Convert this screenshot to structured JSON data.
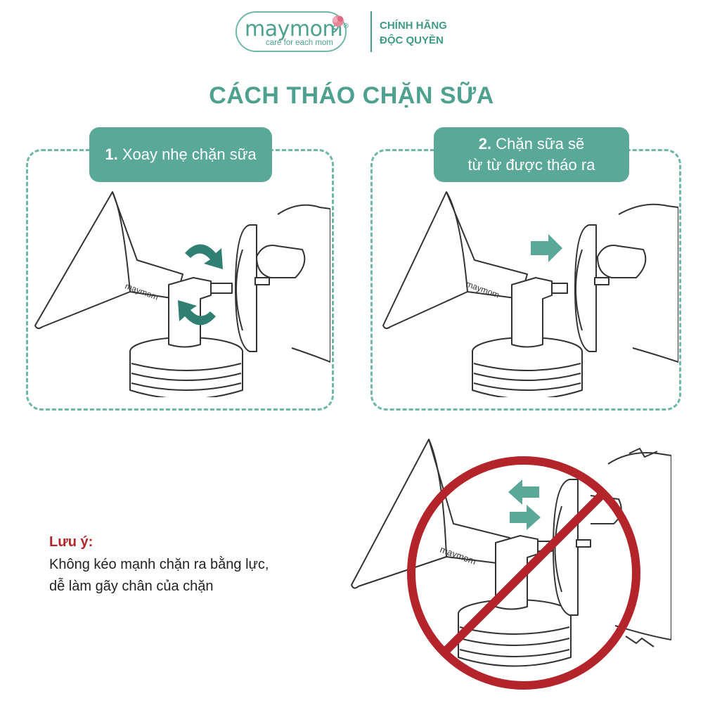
{
  "brand": {
    "name": "maymom",
    "registered": "®",
    "tagline": "care for each mom",
    "auth_line1": "CHÍNH HÃNG",
    "auth_line2": "ĐỘC QUYỀN"
  },
  "title": "CÁCH THÁO CHẶN SỮA",
  "steps": [
    {
      "number": "1.",
      "text": "Xoay nhẹ chặn sữa"
    },
    {
      "number": "2.",
      "text_line1": "Chặn sữa sẽ",
      "text_line2": "từ từ được tháo ra"
    }
  ],
  "note": {
    "title": "Lưu ý:",
    "line1": "Không kéo mạnh chặn ra bằng lực,",
    "line2": "dễ làm gãy chân của chặn"
  },
  "illustration_labels": {
    "flange_brand": "maymom"
  },
  "colors": {
    "accent": "#5aa898",
    "accent_dark": "#2f7f72",
    "warning_red": "#b3242b",
    "outline": "#333333"
  },
  "icons": {
    "rotate": "rotate-arrows-icon",
    "arrow_right": "arrow-right-icon",
    "arrow_left": "arrow-left-icon",
    "prohibited": "prohibited-icon"
  }
}
